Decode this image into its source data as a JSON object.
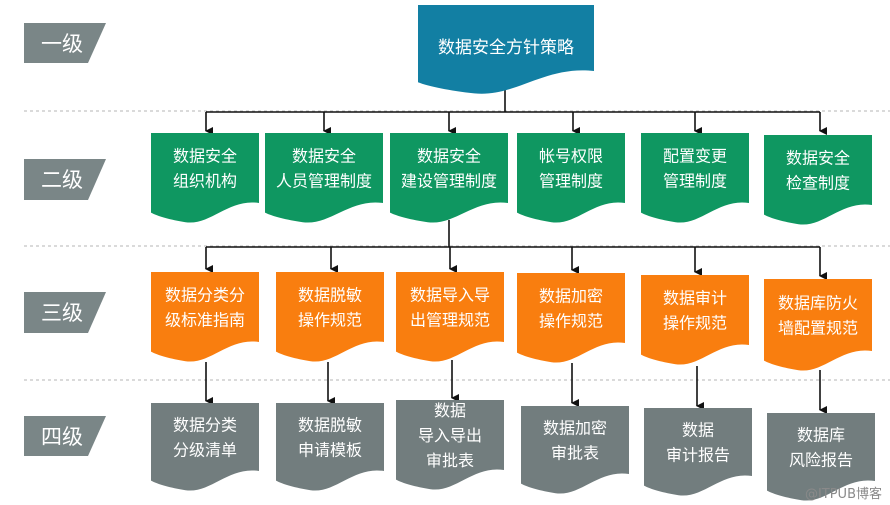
{
  "colors": {
    "level_label": "#7a8687",
    "top": "#127fa3",
    "level2": "#0f9761",
    "level3": "#f97e0f",
    "level4": "#727d7e",
    "connector": "#111111",
    "divider": "#b5b5b5"
  },
  "levels": [
    {
      "label": "一级"
    },
    {
      "label": "二级"
    },
    {
      "label": "三级"
    },
    {
      "label": "四级"
    }
  ],
  "top_node": {
    "lines": [
      "数据安全方针策略"
    ]
  },
  "level2_nodes": [
    {
      "lines": [
        "数据安全",
        "组织机构"
      ]
    },
    {
      "lines": [
        "数据安全",
        "人员管理制度"
      ]
    },
    {
      "lines": [
        "数据安全",
        "建设管理制度"
      ]
    },
    {
      "lines": [
        "帐号权限",
        "管理制度"
      ]
    },
    {
      "lines": [
        "配置变更",
        "管理制度"
      ]
    },
    {
      "lines": [
        "数据安全",
        "检查制度"
      ]
    }
  ],
  "level3_nodes": [
    {
      "lines": [
        "数据分类分",
        "级标准指南"
      ]
    },
    {
      "lines": [
        "数据脱敏",
        "操作规范"
      ]
    },
    {
      "lines": [
        "数据导入导",
        "出管理规范"
      ]
    },
    {
      "lines": [
        "数据加密",
        "操作规范"
      ]
    },
    {
      "lines": [
        "数据审计",
        "操作规范"
      ]
    },
    {
      "lines": [
        "数据库防火",
        "墙配置规范"
      ]
    }
  ],
  "level4_nodes": [
    {
      "lines": [
        "数据分类",
        "分级清单"
      ]
    },
    {
      "lines": [
        "数据脱敏",
        "申请模板"
      ]
    },
    {
      "lines": [
        "数据",
        "导入导出",
        "审批表"
      ]
    },
    {
      "lines": [
        "数据加密",
        "审批表"
      ]
    },
    {
      "lines": [
        "数据",
        "审计报告"
      ]
    },
    {
      "lines": [
        "数据库",
        "风险报告"
      ]
    }
  ],
  "watermark": "@ITPUB博客"
}
